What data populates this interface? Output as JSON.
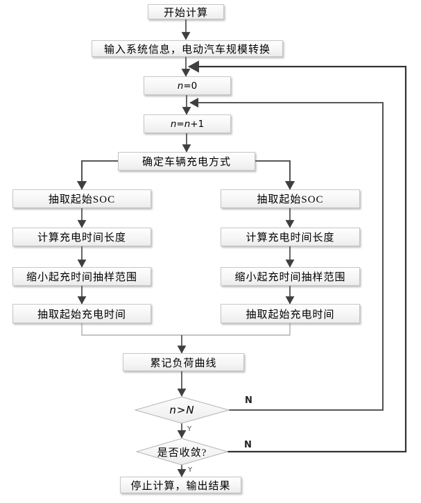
{
  "flowchart": {
    "nodes": {
      "start": {
        "label": "开始计算"
      },
      "input_info": {
        "label": "输入系统信息，电动汽车规模转换"
      },
      "n_init": {
        "var1": "n",
        "rest": "=0"
      },
      "n_increment": {
        "var1": "n",
        "op": "=",
        "var2": "n",
        "rest": "+1"
      },
      "charge_mode": {
        "label": "确定车辆充电方式"
      },
      "left": {
        "extract_soc": {
          "label": "抽取起始SOC"
        },
        "calc_duration": {
          "label": "计算充电时间长度"
        },
        "narrow_range": {
          "label": "缩小起充时间抽样范围"
        },
        "extract_start_time": {
          "label": "抽取起始充电时间"
        }
      },
      "right": {
        "extract_soc": {
          "label": "抽取起始SOC"
        },
        "calc_duration": {
          "label": "计算充电时间长度"
        },
        "narrow_range": {
          "label": "缩小起充时间抽样范围"
        },
        "extract_start_time": {
          "label": "抽取起始充电时间"
        }
      },
      "load_curve": {
        "label": "累记负荷曲线"
      },
      "n_check": {
        "var1": "n",
        "op": ">",
        "var2": "N"
      },
      "converge_check": {
        "label": "是否收敛?"
      },
      "stop": {
        "label": "停止计算，输出结果"
      }
    },
    "edge_labels": {
      "n_check_yes": "Y",
      "n_check_no": "N",
      "converge_yes": "Y",
      "converge_no": "N"
    },
    "colors": {
      "connector": "#3f3f3f",
      "light_connector": "#a0a0a0",
      "box_border": "#c6c6c6",
      "box_fill_top": "#fefefe",
      "box_fill_bottom": "#ececec"
    }
  }
}
